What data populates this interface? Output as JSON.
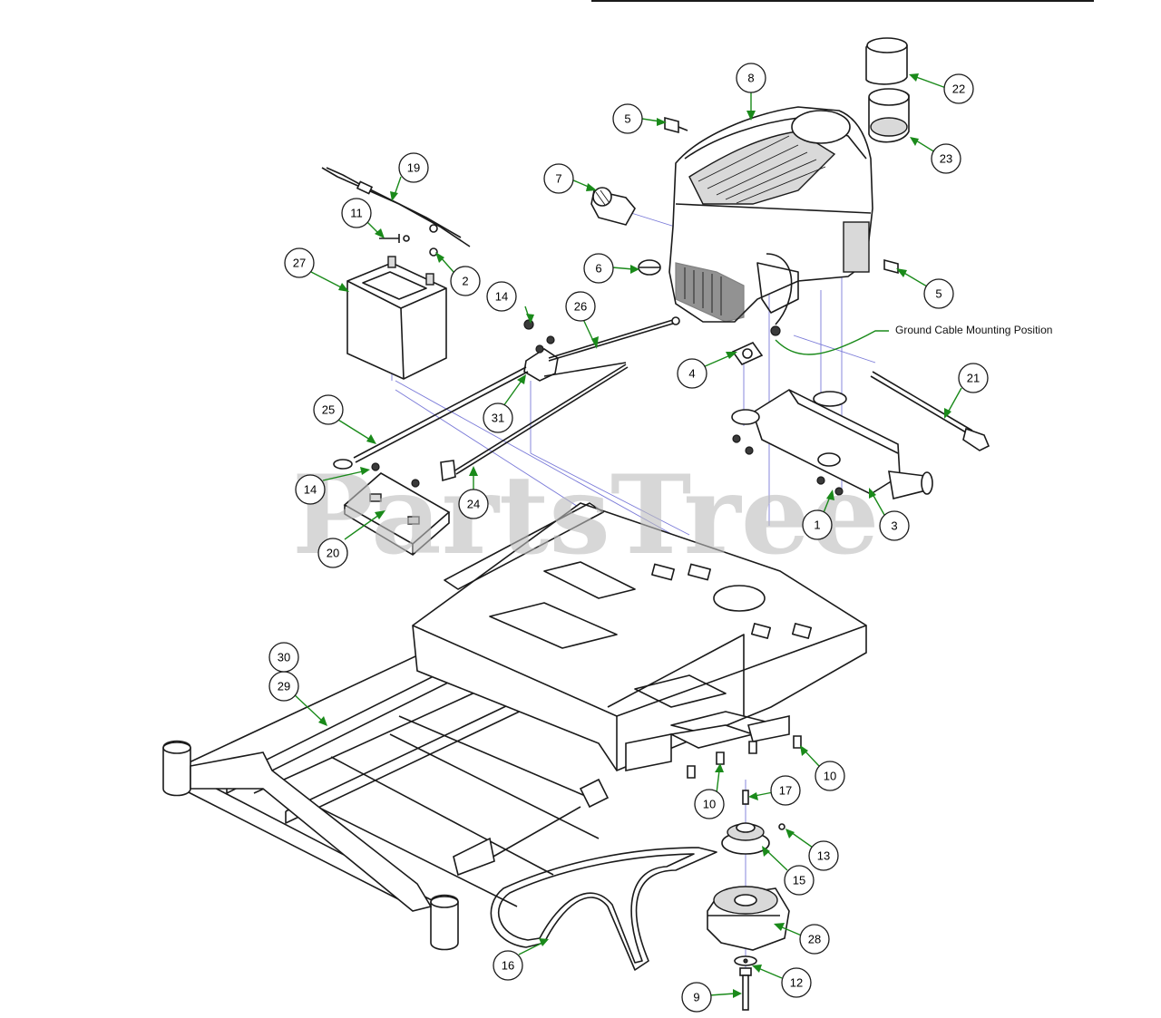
{
  "diagram": {
    "note": "Ground Cable Mounting Position",
    "watermark": "PartsTree",
    "callouts": [
      {
        "id": "c1",
        "label": "1"
      },
      {
        "id": "c2",
        "label": "2"
      },
      {
        "id": "c3",
        "label": "3"
      },
      {
        "id": "c4",
        "label": "4"
      },
      {
        "id": "c5a",
        "label": "5"
      },
      {
        "id": "c5b",
        "label": "5"
      },
      {
        "id": "c6",
        "label": "6"
      },
      {
        "id": "c7",
        "label": "7"
      },
      {
        "id": "c8",
        "label": "8"
      },
      {
        "id": "c9",
        "label": "9"
      },
      {
        "id": "c10a",
        "label": "10"
      },
      {
        "id": "c10b",
        "label": "10"
      },
      {
        "id": "c11",
        "label": "11"
      },
      {
        "id": "c12",
        "label": "12"
      },
      {
        "id": "c13",
        "label": "13"
      },
      {
        "id": "c14a",
        "label": "14"
      },
      {
        "id": "c14b",
        "label": "14"
      },
      {
        "id": "c15",
        "label": "15"
      },
      {
        "id": "c16",
        "label": "16"
      },
      {
        "id": "c17",
        "label": "17"
      },
      {
        "id": "c19",
        "label": "19"
      },
      {
        "id": "c20",
        "label": "20"
      },
      {
        "id": "c21",
        "label": "21"
      },
      {
        "id": "c22",
        "label": "22"
      },
      {
        "id": "c23",
        "label": "23"
      },
      {
        "id": "c24",
        "label": "24"
      },
      {
        "id": "c25",
        "label": "25"
      },
      {
        "id": "c26",
        "label": "26"
      },
      {
        "id": "c27",
        "label": "27"
      },
      {
        "id": "c28",
        "label": "28"
      },
      {
        "id": "c29",
        "label": "29"
      },
      {
        "id": "c30",
        "label": "30"
      },
      {
        "id": "c31",
        "label": "31"
      }
    ],
    "colors": {
      "leader": "#1a8a1a",
      "guide": "#7a7ad8",
      "line": "#1a1a1a"
    }
  }
}
